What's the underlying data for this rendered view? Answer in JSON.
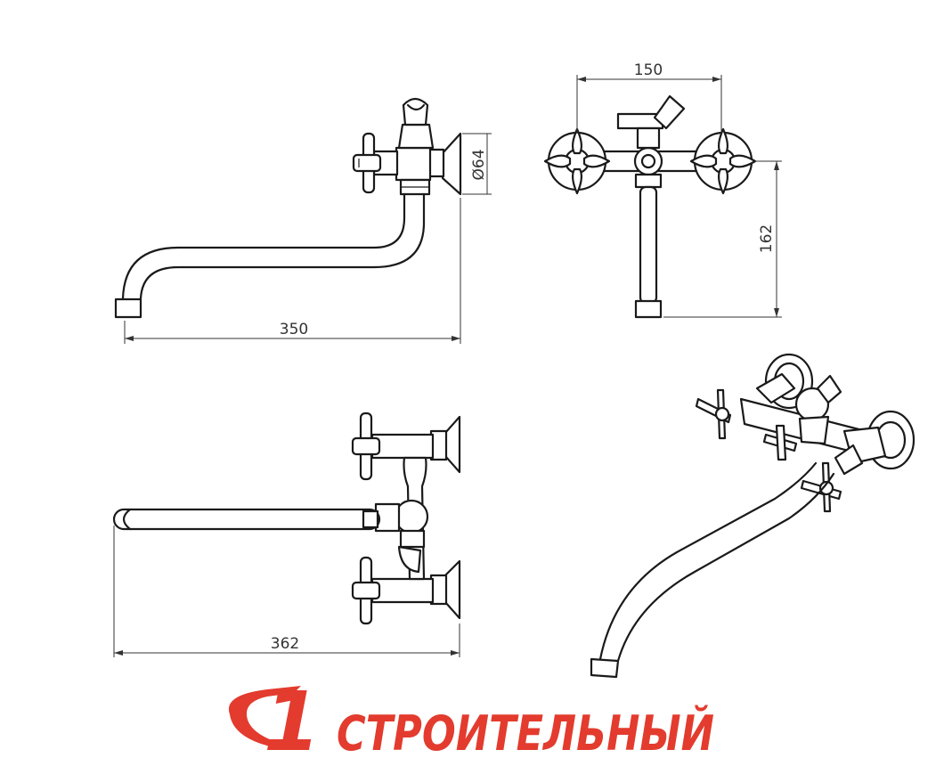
{
  "dimensions": {
    "side_length": "350",
    "wall_flange_diameter": "Ø64",
    "valve_spacing": "150",
    "height": "162",
    "top_length": "362"
  },
  "logo": {
    "numeral": "1",
    "text": "СТРОИТЕЛЬНЫЙ",
    "color": "#e33b2e"
  }
}
